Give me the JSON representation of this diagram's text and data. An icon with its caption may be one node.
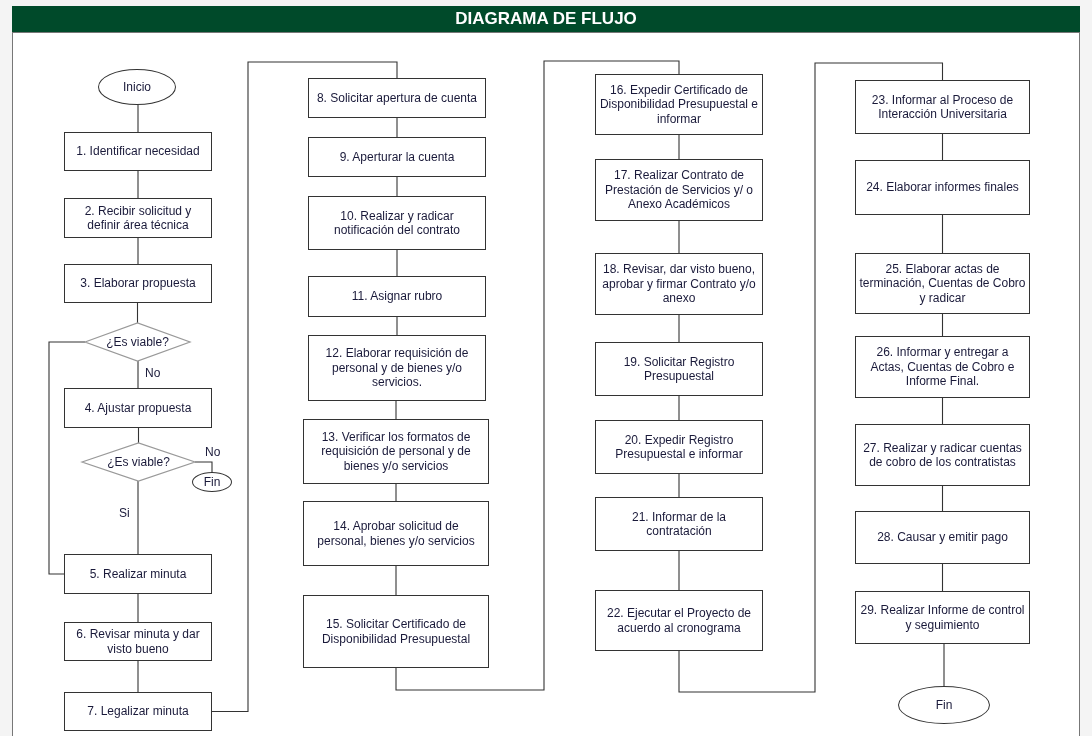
{
  "diagram": {
    "title": "DIAGRAMA DE FLUJO",
    "nodes": [
      {
        "text": [
          "Inicio"
        ]
      },
      {
        "text": [
          "1. Identificar necesidad"
        ]
      },
      {
        "text": [
          "2. Recibir solicitud y definir área técnica"
        ]
      },
      {
        "text": [
          "3. Elaborar propuesta"
        ]
      },
      {
        "text": [
          "¿Es viable?"
        ]
      },
      {
        "text": [
          "4. Ajustar propuesta"
        ]
      },
      {
        "text": [
          "¿Es viable?"
        ]
      },
      {
        "text": [
          "Fin"
        ]
      },
      {
        "text": [
          "5. Realizar minuta"
        ]
      },
      {
        "text": [
          "6. Revisar minuta y dar visto bueno"
        ]
      },
      {
        "text": [
          "7. Legalizar minuta"
        ]
      },
      {
        "text": [
          "8. Solicitar apertura de cuenta"
        ]
      },
      {
        "text": [
          "9. Aperturar la cuenta"
        ]
      },
      {
        "text": [
          "10. Realizar y radicar notificación del contrato"
        ]
      },
      {
        "text": [
          "11. Asignar rubro"
        ]
      },
      {
        "text": [
          "12. Elaborar requisición de personal y de bienes y/o servicios."
        ]
      },
      {
        "text": [
          "13. Verificar los formatos de requisición de personal y de bienes y/o servicios"
        ]
      },
      {
        "text": [
          "14. Aprobar solicitud de personal, bienes y/o servicios"
        ]
      },
      {
        "text": [
          "15. Solicitar Certificado de Disponibilidad Presupuestal"
        ]
      },
      {
        "text": [
          "16. Expedir Certificado de Disponibilidad Presupuestal e informar"
        ]
      },
      {
        "text": [
          "17. Realizar Contrato de Prestación de Servicios y/ o Anexo Académicos"
        ]
      },
      {
        "text": [
          "18. Revisar, dar visto bueno, aprobar y firmar Contrato y/o anexo"
        ]
      },
      {
        "text": [
          "19. Solicitar Registro Presupuestal"
        ]
      },
      {
        "text": [
          "20. Expedir Registro Presupuestal e informar"
        ]
      },
      {
        "text": [
          "21. Informar de la contratación"
        ]
      },
      {
        "text": [
          "22. Ejecutar el Proyecto de acuerdo al cronograma"
        ]
      },
      {
        "text": [
          "23. Informar al Proceso de Interacción Universitaria"
        ]
      },
      {
        "text": [
          "24. Elaborar informes finales"
        ]
      },
      {
        "text": [
          "25. Elaborar actas de terminación, Cuentas de Cobro y radicar"
        ]
      },
      {
        "text": [
          "26. Informar y entregar a Actas, Cuentas de Cobro e Informe Final."
        ]
      },
      {
        "text": [
          "27. Realizar y radicar cuentas de cobro de los contratistas"
        ]
      },
      {
        "text": [
          "28. Causar y emitir pago"
        ]
      },
      {
        "text": [
          "29. Realizar Informe de control y seguimiento"
        ]
      },
      {
        "text": [
          "Fin"
        ]
      }
    ],
    "edges": [
      {
        "from": 0,
        "to": 1,
        "arrow": "none"
      },
      {
        "from": 1,
        "to": 2,
        "arrow": "none"
      },
      {
        "from": 2,
        "to": 3,
        "arrow": "none"
      },
      {
        "from": 3,
        "to": 4,
        "arrow": "none"
      },
      {
        "from": 4,
        "to": 5,
        "arrow": "none",
        "label": "No"
      },
      {
        "from": 4,
        "to": 8,
        "arrow": "none"
      },
      {
        "from": 5,
        "to": 6,
        "arrow": "none"
      },
      {
        "from": 6,
        "to": 7,
        "arrow": "none",
        "label": "No"
      },
      {
        "from": 6,
        "to": 8,
        "arrow": "none",
        "label": "Si"
      },
      {
        "from": 8,
        "to": 9,
        "arrow": "none"
      },
      {
        "from": 9,
        "to": 10,
        "arrow": "none"
      },
      {
        "from": 10,
        "to": 11,
        "arrow": "none"
      },
      {
        "from": 11,
        "to": 12,
        "arrow": "none"
      },
      {
        "from": 12,
        "to": 13,
        "arrow": "none"
      },
      {
        "from": 13,
        "to": 14,
        "arrow": "none"
      },
      {
        "from": 14,
        "to": 15,
        "arrow": "none"
      },
      {
        "from": 15,
        "to": 16,
        "arrow": "none"
      },
      {
        "from": 16,
        "to": 17,
        "arrow": "none"
      },
      {
        "from": 17,
        "to": 18,
        "arrow": "none"
      },
      {
        "from": 18,
        "to": 19,
        "arrow": "none"
      },
      {
        "from": 19,
        "to": 20,
        "arrow": "none"
      },
      {
        "from": 20,
        "to": 21,
        "arrow": "none"
      },
      {
        "from": 21,
        "to": 22,
        "arrow": "none"
      },
      {
        "from": 22,
        "to": 23,
        "arrow": "none"
      },
      {
        "from": 23,
        "to": 24,
        "arrow": "none"
      },
      {
        "from": 24,
        "to": 25,
        "arrow": "none"
      },
      {
        "from": 25,
        "to": 26,
        "arrow": "none"
      },
      {
        "from": 26,
        "to": 27,
        "arrow": "none"
      },
      {
        "from": 27,
        "to": 28,
        "arrow": "none"
      },
      {
        "from": 28,
        "to": 29,
        "arrow": "none"
      },
      {
        "from": 29,
        "to": 30,
        "arrow": "none"
      },
      {
        "from": 30,
        "to": 31,
        "arrow": "none"
      },
      {
        "from": 31,
        "to": 32,
        "arrow": "none"
      },
      {
        "from": 32,
        "to": 33,
        "arrow": "none"
      }
    ]
  }
}
